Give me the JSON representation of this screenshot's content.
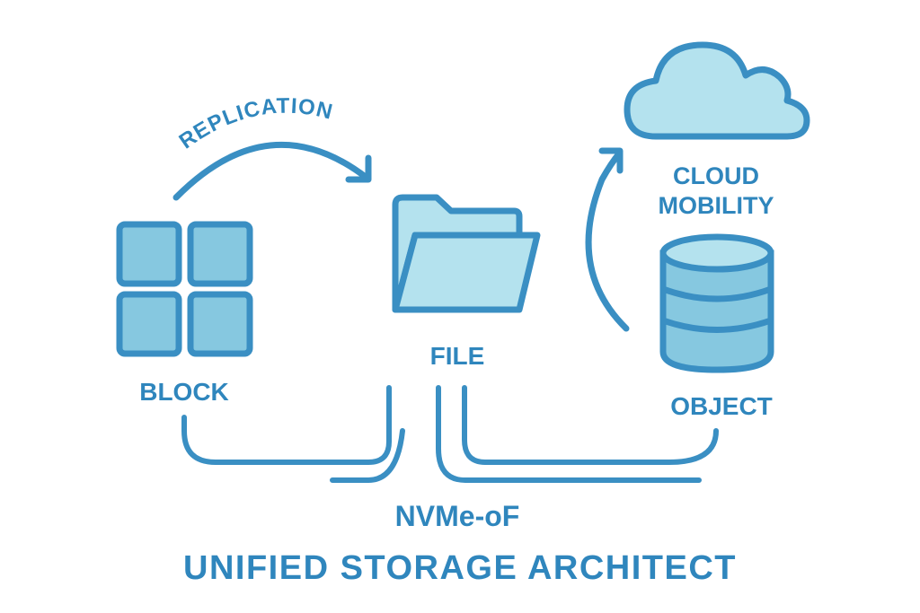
{
  "diagram": {
    "title": "UNIFIED STORAGE ARCHITECT",
    "nodes": {
      "block": {
        "label": "BLOCK",
        "icon": "block-grid-icon"
      },
      "file": {
        "label": "FILE",
        "icon": "folder-icon"
      },
      "cloud": {
        "label_line1": "CLOUD",
        "label_line2": "MOBILITY",
        "icon": "cloud-icon"
      },
      "object": {
        "label": "OBJECT",
        "icon": "database-icon"
      }
    },
    "edges": {
      "replication": {
        "label": "REPLICATION",
        "from": "block",
        "to": "file"
      },
      "cloud_mobility": {
        "from": "object",
        "to": "cloud"
      },
      "fabric": {
        "label": "NVMe-oF",
        "connects": [
          "block",
          "file",
          "object"
        ]
      }
    },
    "colors": {
      "stroke": "#3a8fc3",
      "text": "#2f86bd",
      "fill_light": "#b4e2ee",
      "fill_mid": "#86c8e0"
    }
  }
}
